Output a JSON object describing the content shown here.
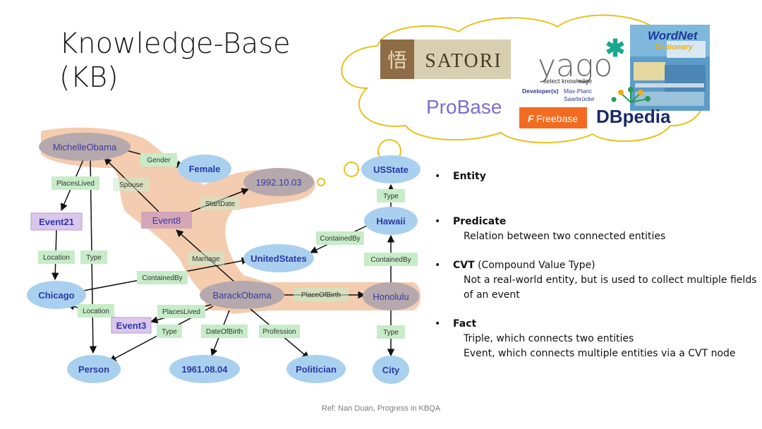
{
  "slide": {
    "title_line1": "Knowledge-Base",
    "title_line2": "(KB)",
    "reference": "Ref: Nan Duan, Progress in KBQA"
  },
  "logos": {
    "satori_glyph": "悟",
    "satori": "SATORI",
    "yago": "yago",
    "yago_tagline": "select knowledge",
    "yago_dev_label": "Developer(s)",
    "yago_dev_value1": "Max-Planc",
    "yago_dev_value2": "Saarbrücke",
    "wordnet": "WordNet",
    "wordnet_sub": "Dictionary",
    "probase": "ProBase",
    "freebase": "Freebase",
    "dbpedia": "DBpedia"
  },
  "graph": {
    "nodes": {
      "michelle": "MichelleObama",
      "female": "Female",
      "event8": "Event8",
      "date1992": "1992.10.03",
      "event21": "Event21",
      "usstate": "USState",
      "hawaii": "Hawaii",
      "unitedstates": "UnitedStates",
      "chicago": "Chicago",
      "barack": "BarackObama",
      "honolulu": "Honolulu",
      "event3": "Event3",
      "person": "Person",
      "date1961": "1961.08.04",
      "politician": "Politician",
      "city": "City"
    },
    "edges": {
      "gender": "Gender",
      "placeslived1": "PlacesLived",
      "spouse": "Spouse",
      "startdate": "StartDate",
      "type_usstate": "Type",
      "containedby_hawaii": "ContainedBy",
      "location1": "Location",
      "type_person": "Type",
      "marriage": "Marriage",
      "containedby_honolulu": "ContainedBy",
      "containedby_chicago": "ContainedBy",
      "placeofbirth": "PlaceOfBirth",
      "location2": "Location",
      "placeslived2": "PlacesLived",
      "type_barack": "Type",
      "dateofbirth": "DateOfBirth",
      "profession": "Profession",
      "type_city": "Type"
    }
  },
  "bullets": {
    "entity": "Entity",
    "predicate": "Predicate",
    "predicate_desc": "Relation between two connected entities",
    "cvt": "CVT",
    "cvt_expansion": "(Compound Value Type)",
    "cvt_desc": "Not a real-world entity, but is used to collect multiple fields of an event",
    "fact": "Fact",
    "fact_desc1": "Triple, which connects two entities",
    "fact_desc2": "Event, which connects multiple entities via a CVT node"
  },
  "colors": {
    "entity_fill": "#a9d0ee",
    "entity_text": "#2a3aa8",
    "cvt_fill": "#dcc6ec",
    "edge_label_fill": "#c7ecc8",
    "highlight_fill": "#f3c7a6",
    "highlighted_node_fill": "#b5a9ad",
    "freebase_orange": "#f26b21",
    "probase_purple": "#7a6fd0"
  }
}
